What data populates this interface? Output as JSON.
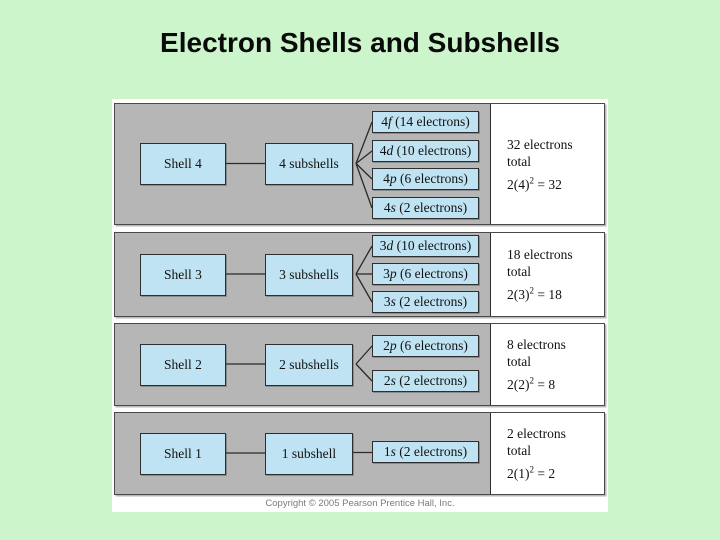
{
  "title": "Electron Shells and Subshells",
  "copyright": "Copyright © 2005 Pearson Prentice Hall, Inc.",
  "colors": {
    "slide_background": "#ccf5cc",
    "panel_background": "#b6b6b6",
    "box_fill": "#bfe3f2",
    "box_border": "#2e2e2e"
  },
  "panels": [
    {
      "shell_label": "Shell 4",
      "subshells_label": "4 subshells",
      "subshells": [
        {
          "n": "4",
          "letter": "f",
          "rest": " (14 electrons)"
        },
        {
          "n": "4",
          "letter": "d",
          "rest": " (10 electrons)"
        },
        {
          "n": "4",
          "letter": "p",
          "rest": " (6 electrons)"
        },
        {
          "n": "4",
          "letter": "s",
          "rest": " (2 electrons)"
        }
      ],
      "total_line1": "32 electrons",
      "total_line2": "total",
      "formula": {
        "base": "2(4)",
        "exponent": "2",
        "result": " = 32"
      }
    },
    {
      "shell_label": "Shell 3",
      "subshells_label": "3 subshells",
      "subshells": [
        {
          "n": "3",
          "letter": "d",
          "rest": " (10 electrons)"
        },
        {
          "n": "3",
          "letter": "p",
          "rest": " (6 electrons)"
        },
        {
          "n": "3",
          "letter": "s",
          "rest": " (2 electrons)"
        }
      ],
      "total_line1": "18 electrons",
      "total_line2": "total",
      "formula": {
        "base": "2(3)",
        "exponent": "2",
        "result": " = 18"
      }
    },
    {
      "shell_label": "Shell 2",
      "subshells_label": "2 subshells",
      "subshells": [
        {
          "n": "2",
          "letter": "p",
          "rest": " (6 electrons)"
        },
        {
          "n": "2",
          "letter": "s",
          "rest": " (2 electrons)"
        }
      ],
      "total_line1": "8 electrons",
      "total_line2": "total",
      "formula": {
        "base": "2(2)",
        "exponent": "2",
        "result": " = 8"
      }
    },
    {
      "shell_label": "Shell 1",
      "subshells_label": "1 subshell",
      "subshells": [
        {
          "n": "1",
          "letter": "s",
          "rest": " (2 electrons)"
        }
      ],
      "total_line1": "2 electrons",
      "total_line2": "total",
      "formula": {
        "base": "2(1)",
        "exponent": "2",
        "result": " = 2"
      }
    }
  ]
}
